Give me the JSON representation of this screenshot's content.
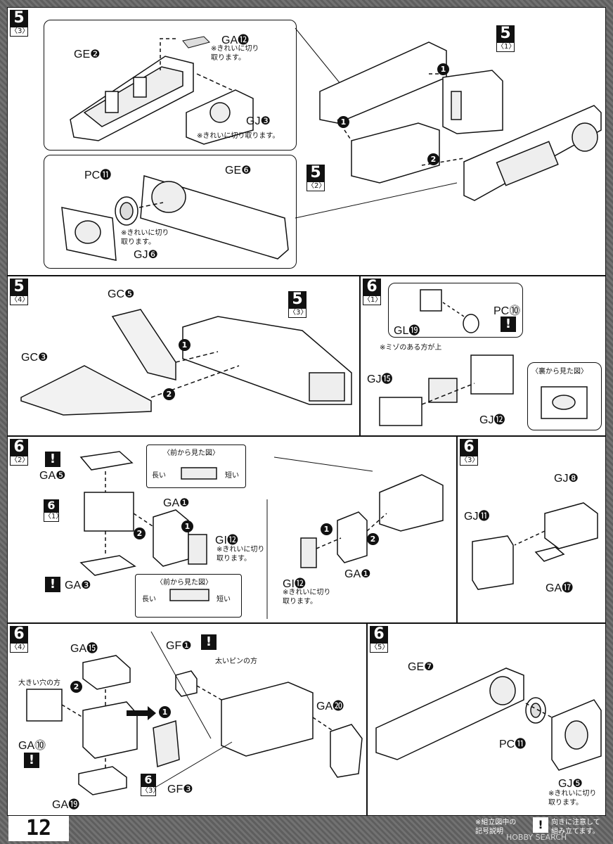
{
  "page_number": "12",
  "footer": {
    "legend_left": "※組立図中の\n記号説明",
    "legend_symbol": "!",
    "legend_right": "向きに注意して\n組み立てます。",
    "watermark": "HOBBY SEARCH"
  },
  "steps": {
    "s53": {
      "num": "5",
      "sub": "〈3〉",
      "ref_a": {
        "num": "5",
        "sub": "〈1〉"
      },
      "ref_b": {
        "num": "5",
        "sub": "〈2〉"
      },
      "labels": {
        "ge2": "GE❷",
        "ga12": "GA⓬",
        "gj3": "GJ❸",
        "pc11": "PC⓫",
        "ge6": "GE❻",
        "gj6": "GJ❻"
      },
      "notes": {
        "ga12": "※きれいに切り\n取ります。",
        "gj3": "※きれいに切り取ります。",
        "gj6": "※きれいに切り\n取ります。"
      },
      "arrows": [
        "1",
        "1",
        "2"
      ]
    },
    "s54": {
      "num": "5",
      "sub": "〈4〉",
      "ref": {
        "num": "5",
        "sub": "〈3〉"
      },
      "labels": {
        "gc5": "GC❺",
        "gc3": "GC❸"
      },
      "arrows": [
        "1",
        "2"
      ]
    },
    "s61": {
      "num": "6",
      "sub": "〈1〉",
      "labels": {
        "gl19": "GL⓳",
        "pc10": "PC⓾",
        "gj15": "GJ⓯",
        "gj12": "GJ⓬"
      },
      "notes": {
        "groove": "※ミゾのある方が上",
        "back_view": "〈裏から見た図〉"
      },
      "warn": "!"
    },
    "s62": {
      "num": "6",
      "sub": "〈2〉",
      "ref": {
        "num": "6",
        "sub": "〈1〉"
      },
      "labels": {
        "ga5": "GA❺",
        "ga1": "GA❶",
        "gi12": "GI⓬",
        "ga3": "GA❸",
        "gi12b": "GI⓬",
        "ga1b": "GA❶"
      },
      "notes": {
        "front_view": "〈前から見た図〉",
        "long": "長い",
        "short": "短い",
        "front_view2": "〈前から見た図〉",
        "long2": "長い",
        "short2": "短い",
        "gi12": "※きれいに切り\n取ります。",
        "gi12b": "※きれいに切り\n取ります。"
      },
      "warn": "!",
      "arrows": [
        "1",
        "2",
        "1",
        "2"
      ]
    },
    "s63": {
      "num": "6",
      "sub": "〈3〉",
      "labels": {
        "gj8": "GJ❽",
        "gj11": "GJ⓫",
        "ga17": "GA⓱"
      }
    },
    "s64": {
      "num": "6",
      "sub": "〈4〉",
      "ref": {
        "num": "6",
        "sub": "〈3〉"
      },
      "labels": {
        "ga15": "GA⓯",
        "ga10": "GA⓾",
        "ga19": "GA⓳",
        "gf1": "GF❶",
        "gf3": "GF❸",
        "ga20": "GA⓴"
      },
      "notes": {
        "big_hole": "大きい穴の方",
        "thick_pin": "太いピンの方"
      },
      "warn": "!",
      "arrows": [
        "2",
        "1"
      ]
    },
    "s65": {
      "num": "6",
      "sub": "〈5〉",
      "labels": {
        "ge7": "GE❼",
        "pc11": "PC⓫",
        "gj5": "GJ❺"
      },
      "notes": {
        "gj5": "※きれいに切り\n取ります。"
      }
    }
  }
}
